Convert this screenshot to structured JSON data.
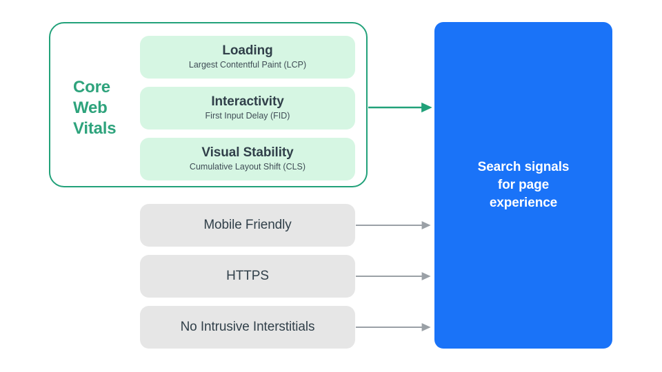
{
  "diagram": {
    "title_text_visible": false,
    "background_color": "#ffffff",
    "core_web_vitals": {
      "label": "Core\nWeb\nVitals",
      "label_color": "#2ea37c",
      "border_color": "#21a179",
      "pill_color": "#d6f6e3",
      "items": [
        {
          "title": "Loading",
          "subtitle": "Largest Contentful Paint (LCP)"
        },
        {
          "title": "Interactivity",
          "subtitle": "First Input Delay (FID)"
        },
        {
          "title": "Visual Stability",
          "subtitle": "Cumulative Layout Shift (CLS)"
        }
      ]
    },
    "other_signals": {
      "pill_color": "#e6e6e6",
      "items": [
        {
          "label": "Mobile Friendly"
        },
        {
          "label": "HTTPS"
        },
        {
          "label": "No Intrusive Interstitials"
        }
      ]
    },
    "destination": {
      "label": "Search signals\nfor page\nexperience",
      "background_color": "#1a73f8",
      "text_color": "#ffffff"
    },
    "arrows": {
      "core_web_vitals_arrow_color": "#21a179",
      "signal_arrow_color": "#9aa0a6"
    }
  }
}
